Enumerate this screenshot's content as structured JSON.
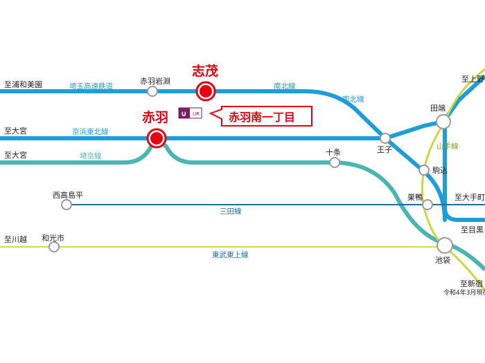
{
  "colors": {
    "nanboku": "#1e9dd9",
    "keihin_tohoku": "#1e9dd9",
    "saikyo": "#4bb5b2",
    "mita": "#1a6fa3",
    "tobu_tojo": "#cfd84a",
    "yamanote": "#c8d940",
    "highlight": "#e60012",
    "station_fill": "#ffffff",
    "station_stroke": "#999999",
    "ur_logo": "#7a1e63"
  },
  "lines": {
    "saitama_kosoku": "埼玉高速鉄道",
    "nanboku_1": "南北線",
    "nanboku_2": "南北線",
    "keihin_tohoku": "京浜東北線",
    "saikyo": "埼京線",
    "mita": "三田線",
    "tobu_tojo": "東武東上線",
    "yamanote": "山手線"
  },
  "stations": {
    "akabane_iwabuchi": "赤羽岩淵",
    "shimo": "志茂",
    "akabane": "赤羽",
    "oji": "王子",
    "tabata": "田端",
    "komagome": "駒込",
    "jujo": "十条",
    "nishidai": "西高島平",
    "sugamo": "巣鴨",
    "wakoshi": "和光市",
    "ikebukuro": "池袋"
  },
  "destinations": {
    "urawa_misono": "至浦和美園",
    "omiya_1": "至大宮",
    "omiya_2": "至大宮",
    "kawagoe": "至川越",
    "ueno": "至上野",
    "otemachi": "至大手町",
    "meguro": "至目黒",
    "shinjuku": "至新宿"
  },
  "callout": {
    "label": "赤羽南一丁目",
    "logo_text": "UR"
  },
  "note": "令和4年3月現在"
}
